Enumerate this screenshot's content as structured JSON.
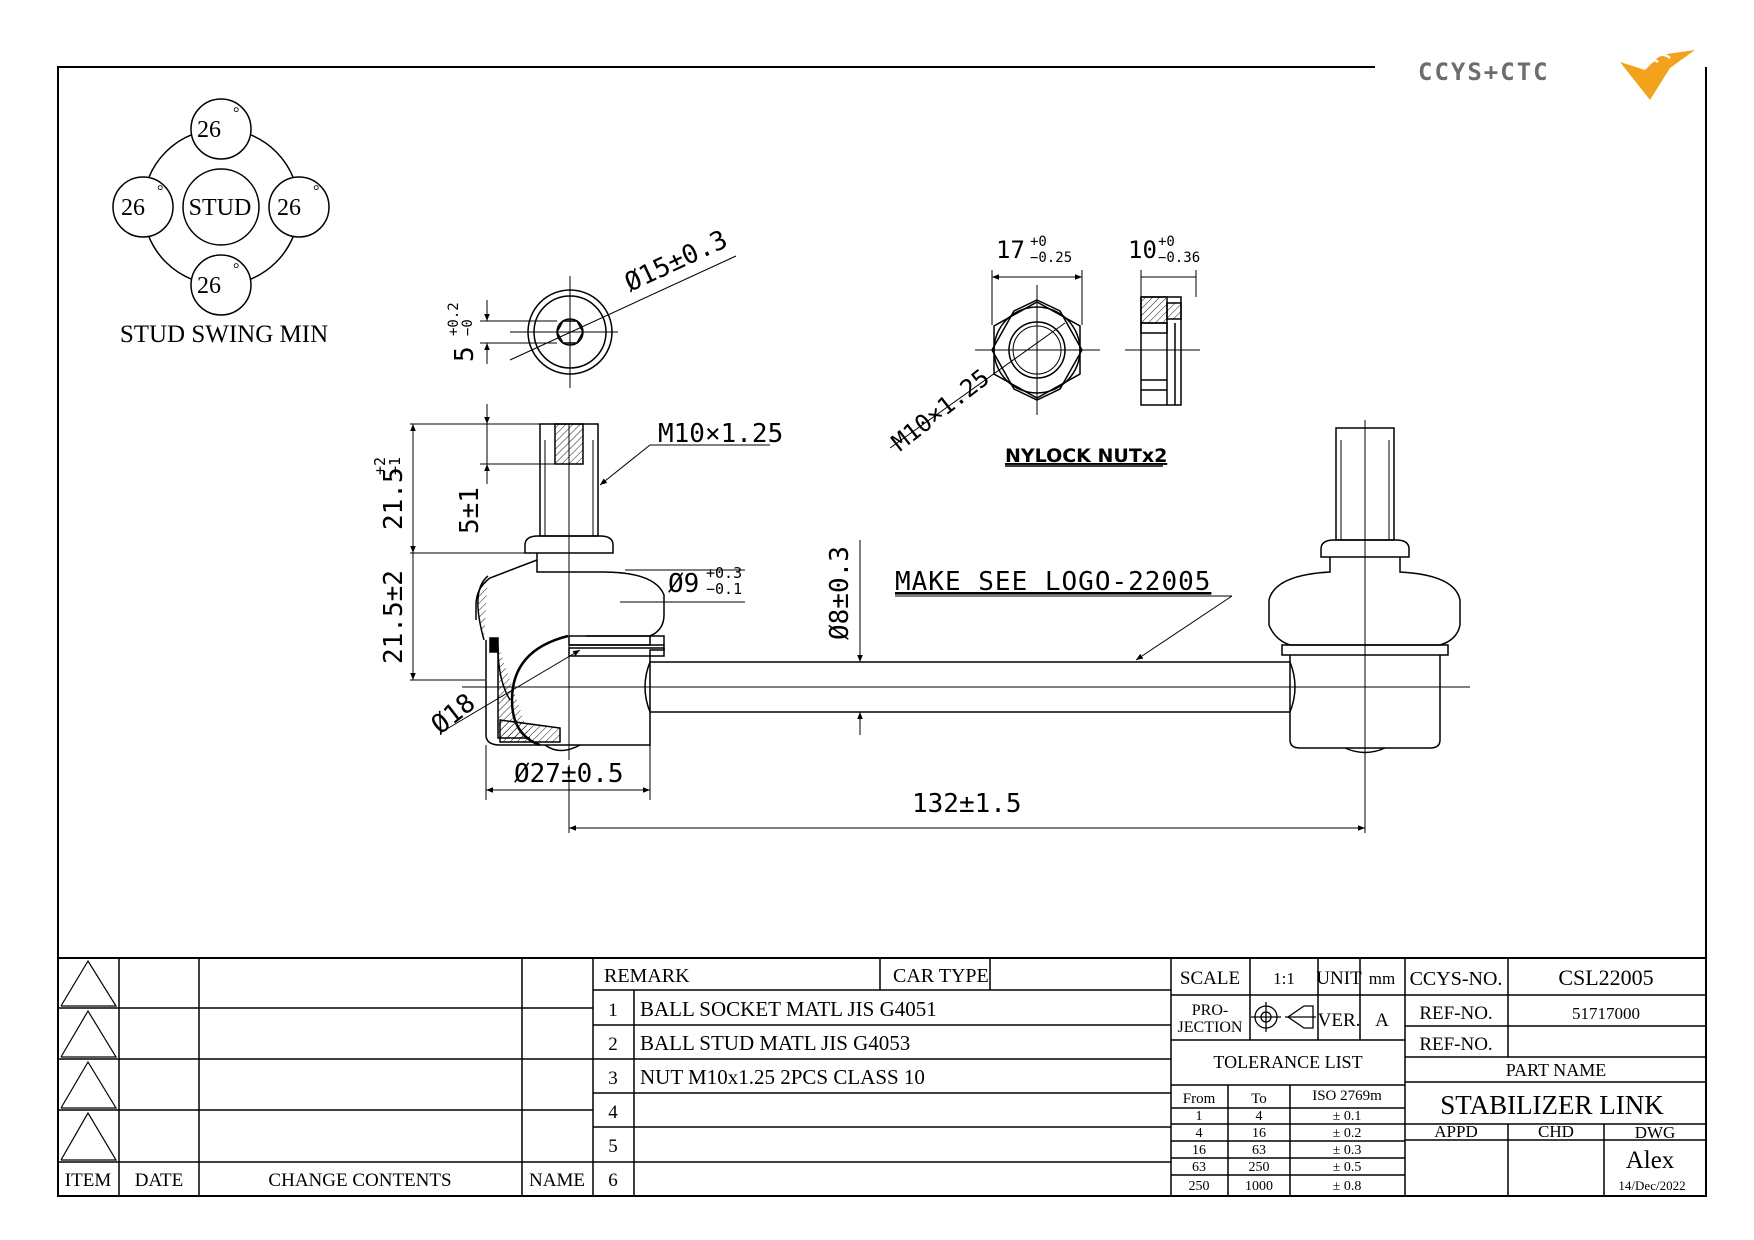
{
  "logo": {
    "text": "CCYS+CTC"
  },
  "swing": {
    "caption": "STUD SWING MIN",
    "center": "STUD",
    "top": "26",
    "left": "26",
    "right": "26",
    "bottom": "26",
    "deg": "°"
  },
  "dims": {
    "hex_socket_dia": "Ø15±0.3",
    "hex_socket_depth": "5",
    "hex_socket_depth_tol_up": "+0.2",
    "hex_socket_depth_tol_dn": "−0",
    "stud_len": "21.5",
    "stud_len_tol_up": "+2",
    "stud_len_tol_dn": "−1",
    "hex_depth": "5±1",
    "thread": "M10×1.25",
    "body_height": "21.5±2",
    "neck_dia": "Ø9",
    "neck_dia_tol_up": "+0.3",
    "neck_dia_tol_dn": "−0.1",
    "rod_dia": "Ø8±0.3",
    "note": "MAKE SEE LOGO-22005",
    "ball_dia": "Ø18",
    "housing_dia": "Ø27±0.5",
    "length": "132±1.5",
    "nut_width": "17",
    "nut_width_tol_up": "+0",
    "nut_width_tol_dn": "−0.25",
    "nut_thick": "10",
    "nut_thick_tol_up": "+0",
    "nut_thick_tol_dn": "−0.36",
    "nut_thread": "M10×1.25",
    "nut_caption": "NYLOCK NUTx2"
  },
  "revision_table": {
    "headers": {
      "item": "ITEM",
      "date": "DATE",
      "contents": "CHANGE CONTENTS",
      "name": "NAME"
    }
  },
  "remark_table": {
    "remark_label": "REMARK",
    "car_type_label": "CAR TYPE",
    "rows": [
      {
        "no": "1",
        "text": "BALL SOCKET MATL JIS G4051"
      },
      {
        "no": "2",
        "text": "BALL STUD MATL JIS G4053"
      },
      {
        "no": "3",
        "text": "NUT M10x1.25 2PCS CLASS 10"
      },
      {
        "no": "4",
        "text": ""
      },
      {
        "no": "5",
        "text": ""
      },
      {
        "no": "6",
        "text": ""
      }
    ]
  },
  "title_block": {
    "scale_label": "SCALE",
    "scale": "1:1",
    "unit_label": "UNIT",
    "unit": "mm",
    "projection_label_1": "PRO-",
    "projection_label_2": "JECTION",
    "ver_label": "VER.",
    "ver": "A",
    "tolerance_title": "TOLERANCE LIST",
    "tol_headers": {
      "from": "From",
      "to": "To",
      "iso": "ISO 2769m"
    },
    "tolerances": [
      {
        "from": "1",
        "to": "4",
        "tol": "± 0.1"
      },
      {
        "from": "4",
        "to": "16",
        "tol": "± 0.2"
      },
      {
        "from": "16",
        "to": "63",
        "tol": "± 0.3"
      },
      {
        "from": "63",
        "to": "250",
        "tol": "± 0.5"
      },
      {
        "from": "250",
        "to": "1000",
        "tol": "± 0.8"
      }
    ],
    "ccys_no_label": "CCYS-NO.",
    "ccys_no": "CSL22005",
    "ref_no_label": "REF-NO.",
    "ref_no": "51717000",
    "ref_no2_label": "REF-NO.",
    "ref_no2": "",
    "part_name_label": "PART NAME",
    "part_name": "STABILIZER LINK",
    "appd_label": "APPD",
    "chd_label": "CHD",
    "dwg_label": "DWG",
    "drawn_by": "Alex",
    "date": "14/Dec/2022"
  },
  "colors": {
    "line": "#000000",
    "logo_gray": "#6d6d6d",
    "logo_orange": "#f2a21b"
  }
}
